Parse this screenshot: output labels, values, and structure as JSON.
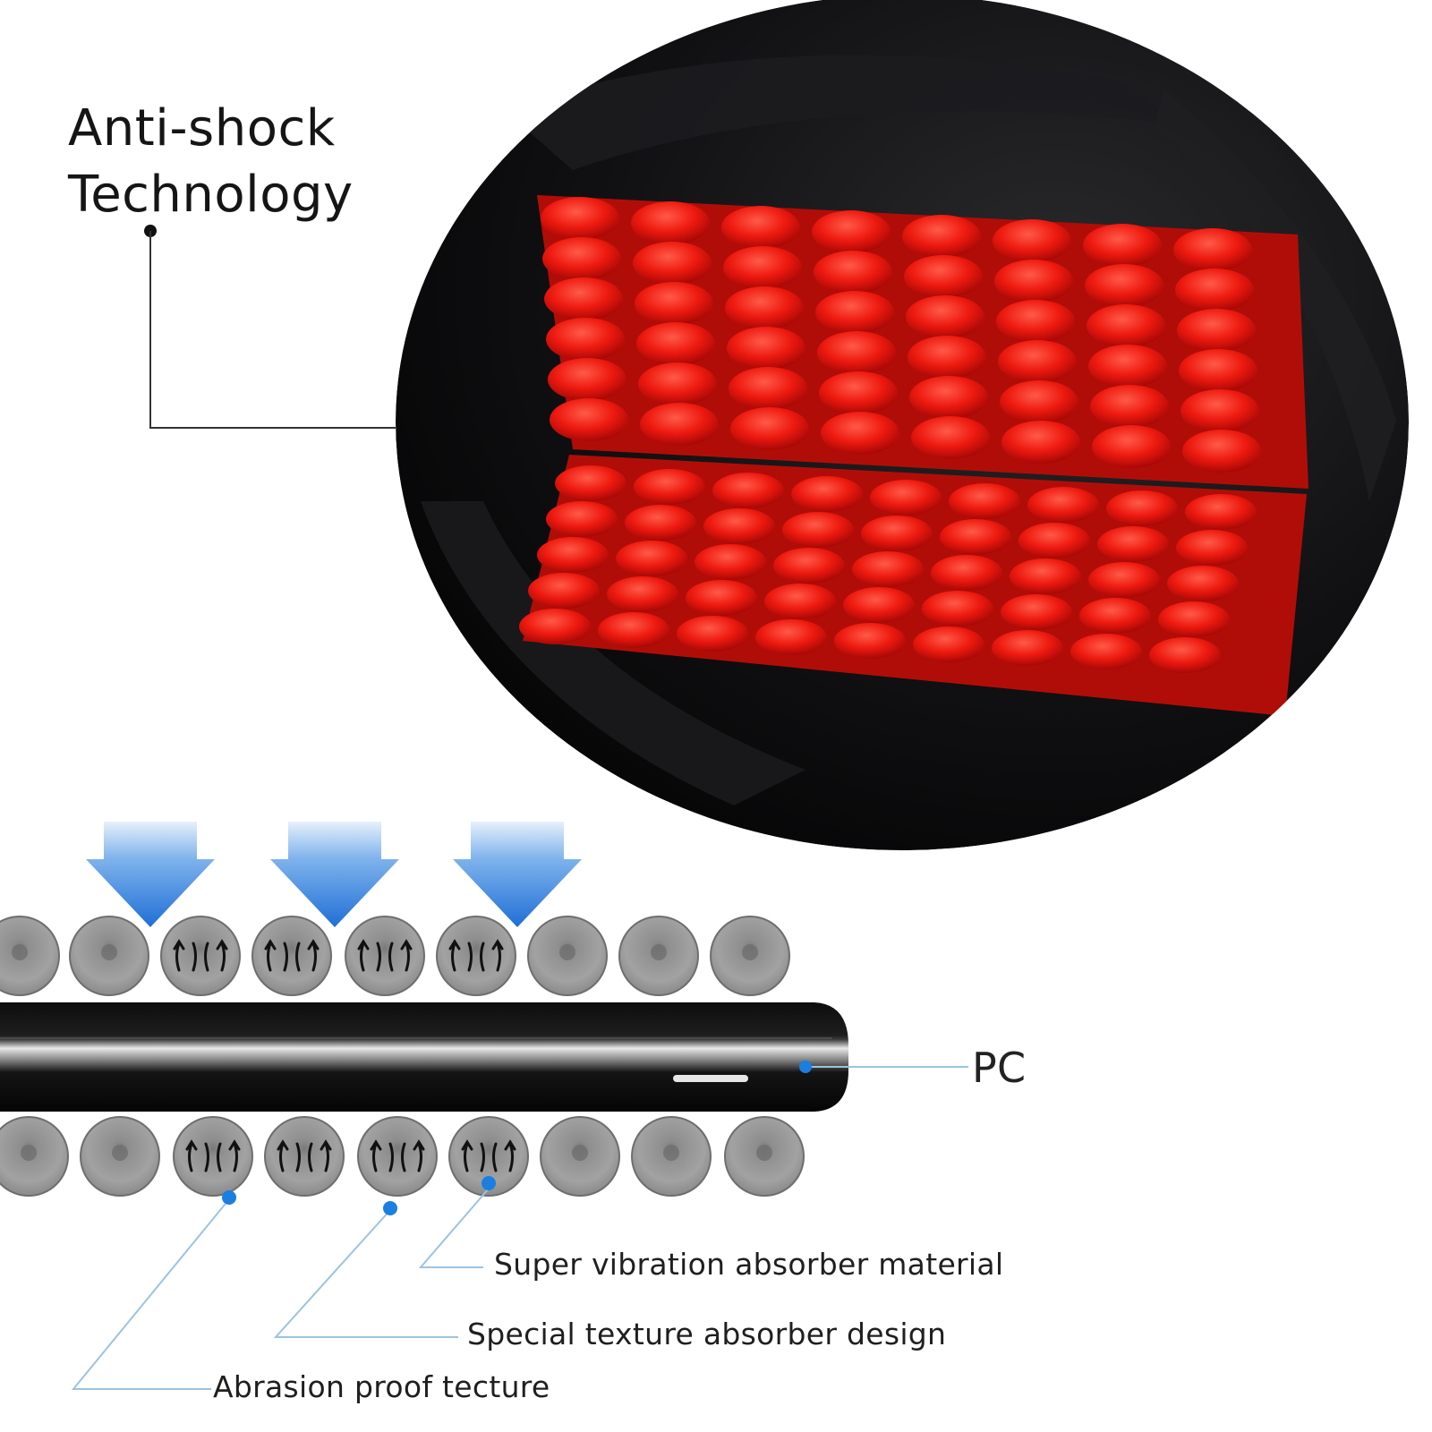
{
  "title": {
    "line1": "Anti-shock",
    "line2": "Technology"
  },
  "labels": {
    "pc": "PC",
    "vibration": "Super vibration absorber material",
    "texture": "Special texture absorber design",
    "abrasion": "Abrasion proof tecture"
  },
  "colors": {
    "text": "#151515",
    "cushion_red": "#e8100c",
    "cushion_black": "#0b0b0c",
    "arrow_blue": "#2f7fe0",
    "leader_blue": "#8fb8d8",
    "dot_blue": "#1a7fe0",
    "ball_grey": "#9a9a9a"
  },
  "icons": {
    "pressure_arrow": "arrow-down-icon",
    "flow_arrows": "up-flow-arrows-icon"
  }
}
